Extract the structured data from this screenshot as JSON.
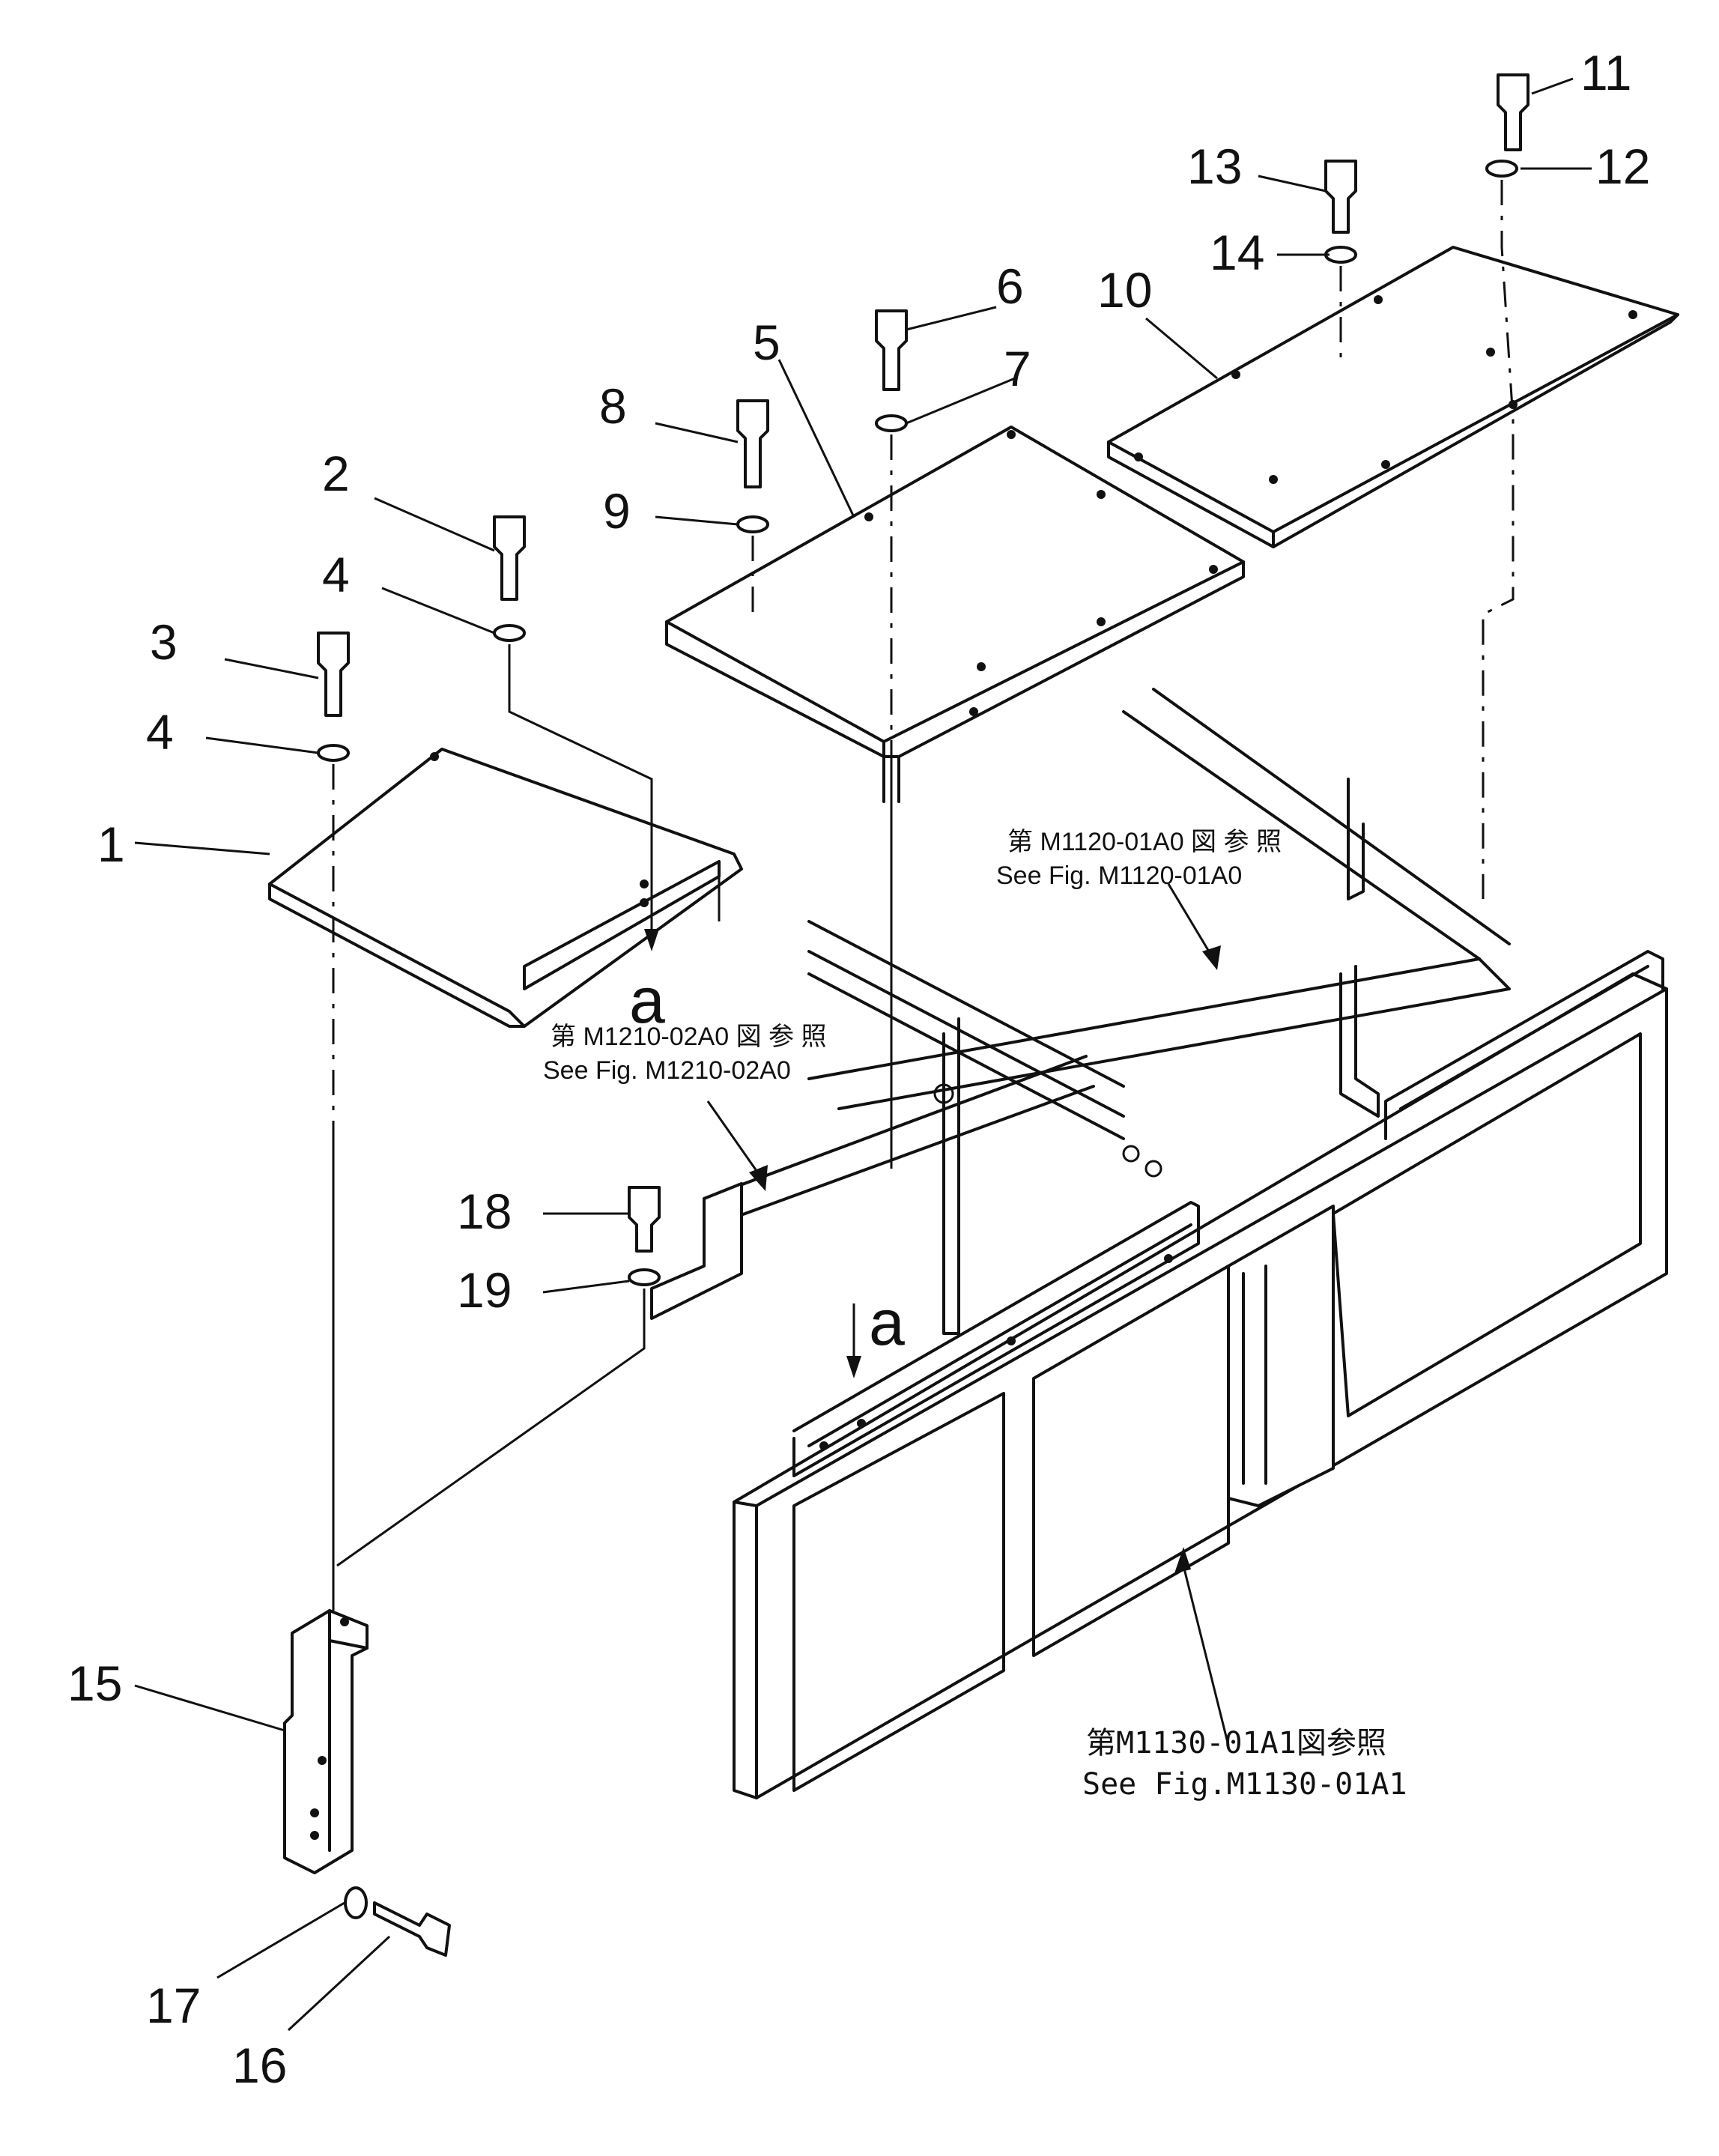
{
  "callouts": {
    "c1": "1",
    "c2": "2",
    "c3": "3",
    "c4a": "4",
    "c4b": "4",
    "c5": "5",
    "c6": "6",
    "c7": "7",
    "c8": "8",
    "c9": "9",
    "c10": "10",
    "c11": "11",
    "c12": "12",
    "c13": "13",
    "c14": "14",
    "c15": "15",
    "c16": "16",
    "c17": "17",
    "c18": "18",
    "c19": "19"
  },
  "view_markers": {
    "a_upper": "a",
    "a_lower": "a"
  },
  "references": {
    "m1120_jp": "第 M1120-01A0 図 参 照",
    "m1120_en": "See Fig. M1120-01A0",
    "m1210_jp": "第 M1210-02A0 図 参 照",
    "m1210_en": "See Fig. M1210-02A0",
    "m1130_jp": "第M1130-01A1図参照",
    "m1130_en": "See Fig.M1130-01A1"
  }
}
